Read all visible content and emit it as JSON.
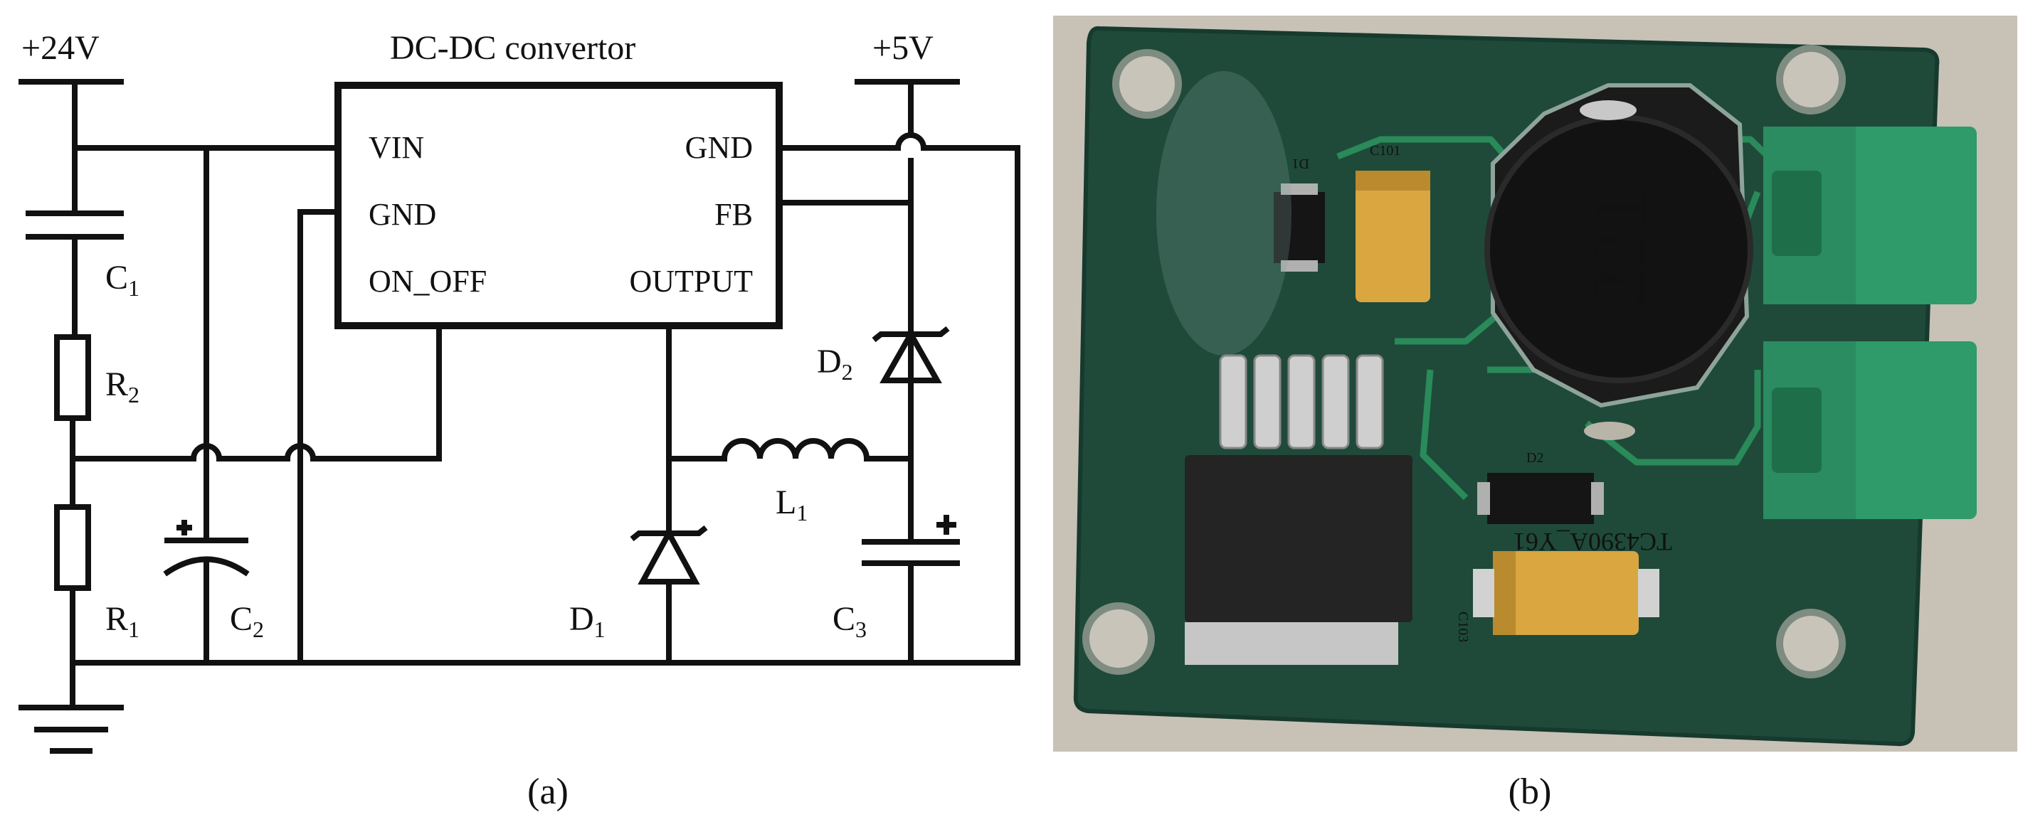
{
  "schematic": {
    "supply_in": "+24V",
    "supply_out": "+5V",
    "module_title": "DC-DC convertor",
    "pins_left": [
      "VIN",
      "GND",
      "ON_OFF"
    ],
    "pins_right": [
      "GND",
      "FB",
      "OUTPUT"
    ],
    "components": {
      "c1": [
        "C",
        "1"
      ],
      "c2": [
        "C",
        "2"
      ],
      "c3": [
        "C",
        "3"
      ],
      "r1": [
        "R",
        "1"
      ],
      "r2": [
        "R",
        "2"
      ],
      "d1": [
        "D",
        "1"
      ],
      "d2": [
        "D",
        "2"
      ],
      "l1": [
        "L",
        "1"
      ]
    },
    "polarity_mark": "+"
  },
  "photo": {
    "inductor_marking": "221",
    "silkscreen": [
      "D1",
      "C101",
      "D2",
      "C103",
      "TC4390A_Y61"
    ],
    "colors": {
      "pcb": "#1f4a3a",
      "terminal": "#2f9a6a",
      "tantalum": "#d9a640",
      "background": "#cfc8bd"
    }
  },
  "captions": {
    "a": "(a)",
    "b": "(b)"
  }
}
